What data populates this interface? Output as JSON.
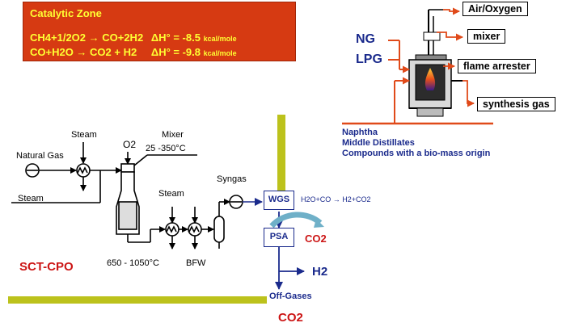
{
  "catalytic_zone": {
    "title": "Catalytic Zone",
    "reaction1_eq": "CH4+1/2O2 → CO+2H2",
    "reaction1_dh": "ΔH° = -8.5",
    "reaction1_unit": "kcal/mole",
    "reaction2_eq": "CO+H2O → CO2 + H2",
    "reaction2_dh": "ΔH° = -9.8",
    "reaction2_unit": "kcal/mole"
  },
  "reactor": {
    "air_oxygen": "Air/Oxygen",
    "mixer": "mixer",
    "flame_arrester": "flame arrester",
    "synthesis_gas": "synthesis gas",
    "ng": "NG",
    "lpg": "LPG",
    "feeds": [
      "Naphtha",
      "Middle Distillates",
      "Compounds with a bio-mass origin"
    ]
  },
  "process": {
    "steam_top": "Steam",
    "natural_gas": "Natural Gas",
    "steam_left": "Steam",
    "o2": "O2",
    "mixer": "Mixer",
    "mixer_temp": "25 -350°C",
    "steam_mid": "Steam",
    "syngas": "Syngas",
    "outlet_temp": "650 - 1050°C",
    "bfw": "BFW",
    "sct_cpo": "SCT-CPO"
  },
  "purification": {
    "wgs": "WGS",
    "wgs_reaction": "H2O+CO → H2+CO2",
    "psa": "PSA",
    "co2_psa": "CO2",
    "h2": "H2",
    "off_gases": "Off-Gases",
    "co2_bottom": "CO2"
  },
  "colors": {
    "red_box": "#d63a12",
    "yellow_text": "#ffff33",
    "olive_bar": "#bcc21c",
    "navy": "#1a2a8c",
    "red": "#cc1515",
    "arrow_orange": "#e04a1a"
  }
}
